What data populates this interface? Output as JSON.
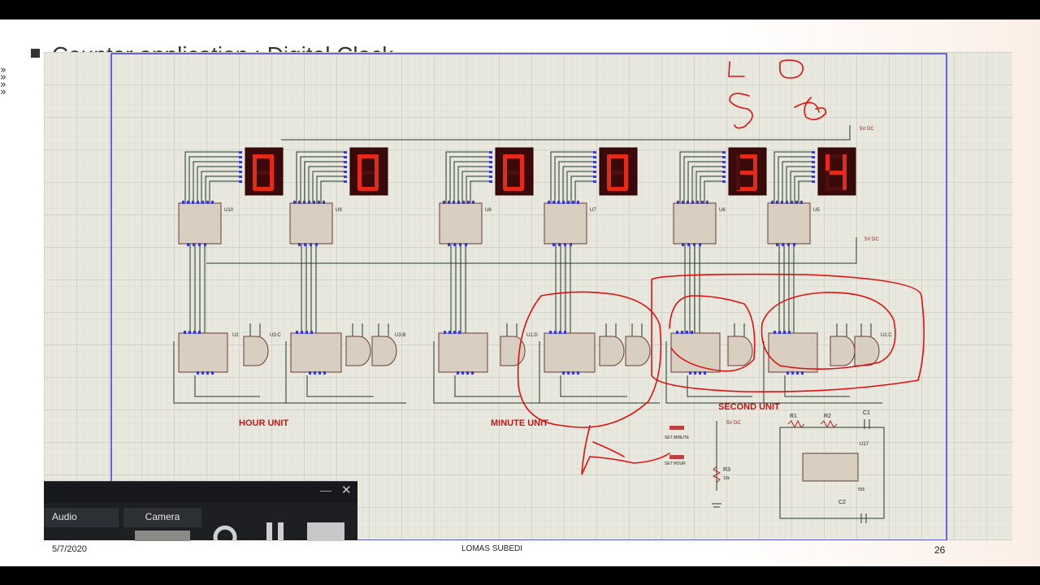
{
  "slide": {
    "title": "Counter application : Digital Clock",
    "footer_date": "5/7/2020",
    "footer_author": "LOMAS SUBEDI",
    "page_number": "26"
  },
  "schematic": {
    "displays": [
      {
        "id": "hour-tens",
        "digit": "0"
      },
      {
        "id": "hour-ones",
        "digit": "0"
      },
      {
        "id": "minute-tens",
        "digit": "0"
      },
      {
        "id": "minute-ones",
        "digit": "0"
      },
      {
        "id": "second-tens",
        "digit": "3"
      },
      {
        "id": "second-ones",
        "digit": "4"
      }
    ],
    "decoder_labels": [
      "U10",
      "U9",
      "U8",
      "U7",
      "U6",
      "U5"
    ],
    "counter_gate_labels": [
      "U2",
      "U3:C",
      "U3:B",
      "U1:D",
      "U1:C"
    ],
    "section_labels": {
      "hour": "HOUR UNIT",
      "minute": "MINUTE UNIT",
      "second": "SECOND UNIT"
    },
    "power_labels": [
      "5V DC",
      "5V DC",
      "5V DC"
    ],
    "component_labels": [
      "R1",
      "R2",
      "C1",
      "C2",
      "U17",
      "555",
      "R3",
      "10k",
      "SET MINUTE",
      "SET HOUR"
    ],
    "handwritten_notes": [
      "LO",
      "59"
    ],
    "colors": {
      "grid_background": "#e9e8de",
      "grid_line": "#c8c8bc",
      "wire": "#1f3a2a",
      "display_bg": "#3a0a0a",
      "display_segment": "#e52a17",
      "annotation": "#e01010",
      "chip_body": "#d8cfc0",
      "border_blue": "#3b3bdc"
    }
  },
  "recorder": {
    "tabs": [
      "Audio",
      "Camera"
    ],
    "minimize_glyph": "—",
    "close_glyph": "✕",
    "icons": [
      "refresh-icon",
      "pause-icon",
      "stop-icon"
    ]
  }
}
